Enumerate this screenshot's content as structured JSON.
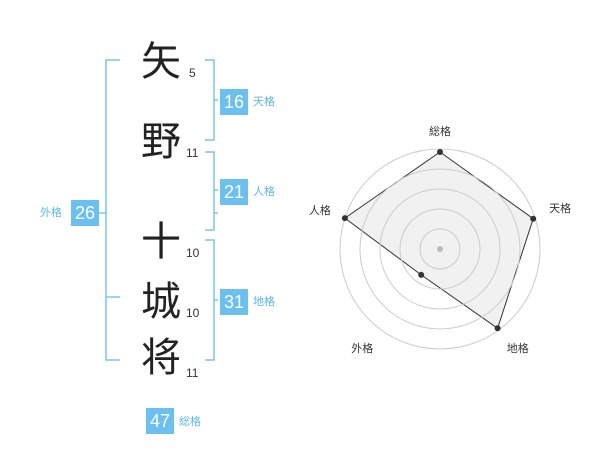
{
  "name": {
    "chars": [
      "矢",
      "野",
      "十",
      "城",
      "将"
    ],
    "strokes": [
      "5",
      "11",
      "10",
      "10",
      "11"
    ]
  },
  "scores": {
    "tenkaku": {
      "value": "16",
      "label": "天格"
    },
    "jinkaku": {
      "value": "21",
      "label": "人格"
    },
    "chikaku": {
      "value": "31",
      "label": "地格"
    },
    "gaikaku": {
      "value": "26",
      "label": "外格"
    },
    "soukaku": {
      "value": "47",
      "label": "総格"
    }
  },
  "chart_data": {
    "type": "radar",
    "axes": [
      "総格",
      "天格",
      "地格",
      "外格",
      "人格"
    ],
    "values": [
      0.97,
      0.98,
      0.98,
      0.32,
      1.0
    ],
    "rings": 5,
    "colors": {
      "fill": "#eeeeee",
      "line": "#333333",
      "ring": "#cccccc",
      "bracket": "#7cc4f0"
    }
  }
}
